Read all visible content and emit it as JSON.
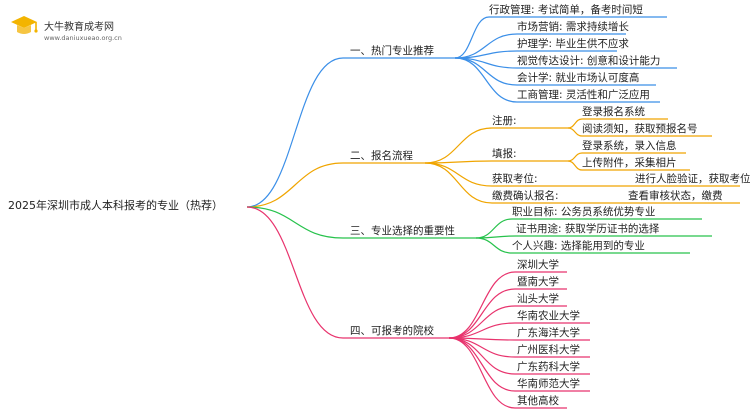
{
  "brand": {
    "name": "大牛教育成考网",
    "url": "www.daniuxueao.org.cn"
  },
  "root": "2025年深圳市成人本科报考的专业（热荐）",
  "colors": {
    "b1": "#3b8fe8",
    "b2": "#f0a500",
    "b3": "#27c24c",
    "b4": "#e8336d"
  },
  "branches": [
    {
      "label": "一、热门专业推荐",
      "items": [
        "行政管理: 考试简单，备考时间短",
        "市场营销: 需求持续增长",
        "护理学: 毕业生供不应求",
        "视觉传达设计: 创意和设计能力",
        "会计学: 就业市场认可度高",
        "工商管理: 灵活性和广泛应用"
      ]
    },
    {
      "label": "二、报名流程",
      "groups": [
        {
          "label": "注册:",
          "items": [
            "登录报名系统",
            "阅读须知，获取预报名号"
          ]
        },
        {
          "label": "填报:",
          "items": [
            "登录系统，录入信息",
            "上传附件，采集相片"
          ]
        },
        {
          "label": "获取考位:",
          "items": [
            "进行人脸验证，获取考位"
          ]
        },
        {
          "label": "缴费确认报名:",
          "items": [
            "查看审核状态，缴费"
          ]
        }
      ]
    },
    {
      "label": "三、专业选择的重要性",
      "items": [
        "职业目标: 公务员系统优势专业",
        "证书用途: 获取学历证书的选择",
        "个人兴趣: 选择能用到的专业"
      ]
    },
    {
      "label": "四、可报考的院校",
      "items": [
        "深圳大学",
        "暨南大学",
        "汕头大学",
        "华南农业大学",
        "广东海洋大学",
        "广州医科大学",
        "广东药科大学",
        "华南师范大学",
        "其他高校"
      ]
    }
  ]
}
